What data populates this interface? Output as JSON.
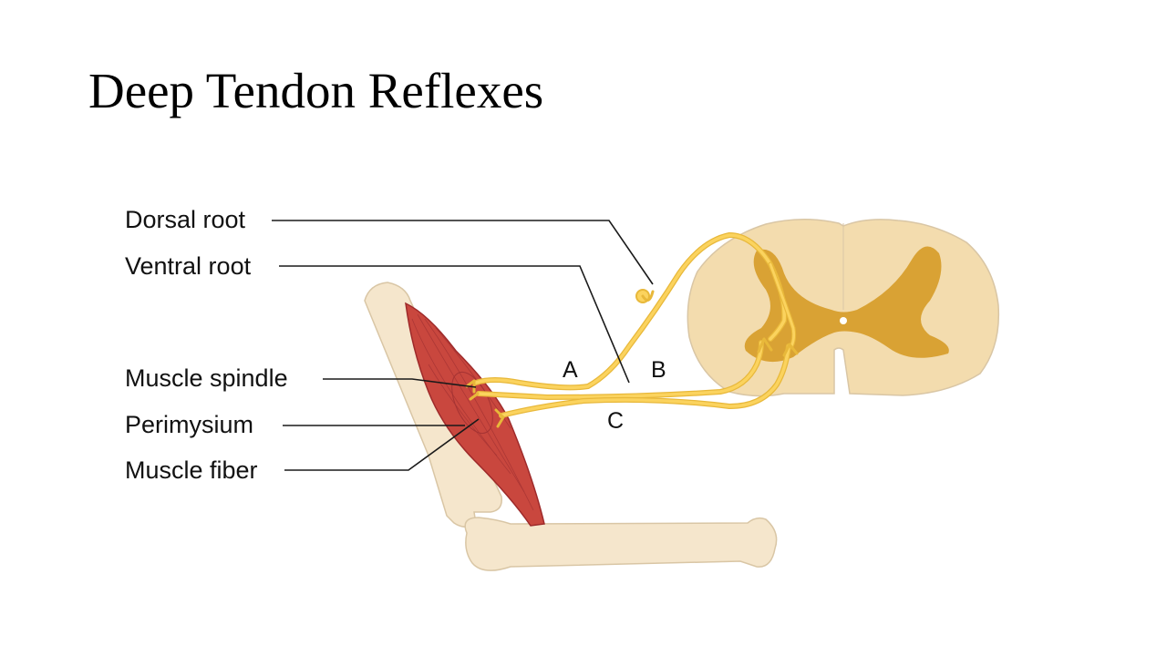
{
  "slide": {
    "title": "Deep Tendon Reflexes"
  },
  "diagram": {
    "labels": {
      "dorsal_root": "Dorsal root",
      "ventral_root": "Ventral root",
      "muscle_spindle": "Muscle spindle",
      "perimysium": "Perimysium",
      "muscle_fiber": "Muscle fiber"
    },
    "path_letters": {
      "a": "A",
      "b": "B",
      "c": "C"
    },
    "colors": {
      "bone": "#f5e6cc",
      "bone_outline": "#d9c6a5",
      "muscle": "#c9473e",
      "muscle_outline": "#9e2a2a",
      "spinal_white_matter": "#f3dcae",
      "spinal_gray_matter": "#d9a234",
      "nerve": "#f6c94a",
      "leader_line": "#1a1a1a"
    }
  }
}
